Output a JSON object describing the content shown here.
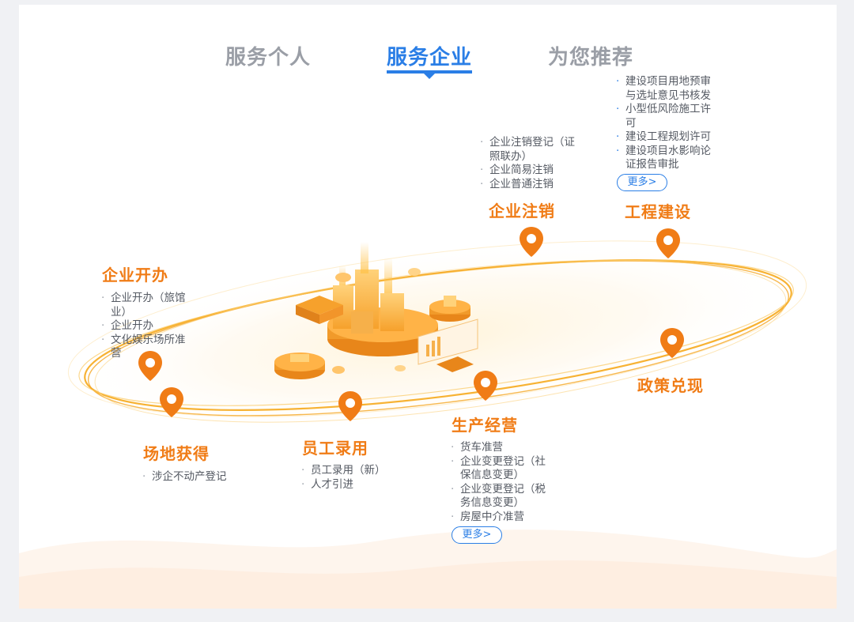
{
  "tabs": [
    {
      "label": "服务个人",
      "active": false
    },
    {
      "label": "服务企业",
      "active": true
    },
    {
      "label": "为您推荐",
      "active": false
    }
  ],
  "colors": {
    "accent_blue": "#2a7ee6",
    "accent_orange": "#f07c16",
    "tab_inactive": "#9a9ea6",
    "text": "#555a63"
  },
  "categories": {
    "qiye_kaiban": {
      "title": "企业开办",
      "items": [
        "企业开办（旅馆业）",
        "企业开办",
        "文化娱乐场所准营"
      ]
    },
    "changdi_huode": {
      "title": "场地获得",
      "items": [
        "涉企不动产登记"
      ]
    },
    "yuangong_luyong": {
      "title": "员工录用",
      "items": [
        "员工录用（新）",
        "人才引进"
      ]
    },
    "shengchan_jingying": {
      "title": "生产经营",
      "items": [
        "货车准营",
        "企业变更登记（社保信息变更）",
        "企业变更登记（税务信息变更）",
        "房屋中介准营"
      ],
      "more": "更多>"
    },
    "zhengce_duixian": {
      "title": "政策兑现"
    },
    "qiye_zhuxiao": {
      "title": "企业注销",
      "items": [
        "企业注销登记（证照联办）",
        "企业简易注销",
        "企业普通注销"
      ]
    },
    "gongcheng_jianshe": {
      "title": "工程建设",
      "items": [
        "建设项目用地预审与选址意见书核发",
        "小型低风险施工许可",
        "建设工程规划许可",
        "建设项目水影响论证报告审批"
      ],
      "more": "更多>"
    }
  }
}
